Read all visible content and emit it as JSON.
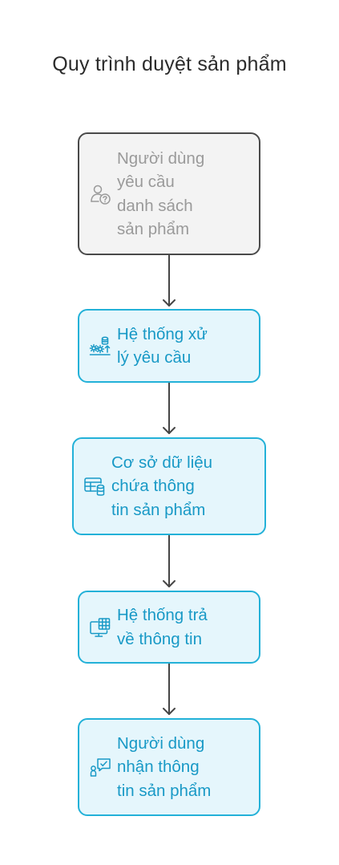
{
  "title": "Quy trình duyệt sản phẩm",
  "nodes": [
    {
      "label": "Người dùng\nyêu cầu\ndanh sách\nsản phẩm",
      "icon": "user-question-icon"
    },
    {
      "label": "Hệ thống xử\nlý yêu cầu",
      "icon": "gears-database-icon"
    },
    {
      "label": "Cơ sở dữ liệu\nchứa thông\ntin sản phẩm",
      "icon": "table-database-icon"
    },
    {
      "label": "Hệ thống trả\nvề thông tin",
      "icon": "monitor-data-icon"
    },
    {
      "label": "Người dùng\nnhận thông\ntin sản phẩm",
      "icon": "user-message-check-icon"
    }
  ],
  "colors": {
    "gray_fill": "#f3f3f3",
    "gray_border": "#4a4a4a",
    "gray_text": "#9a9a9a",
    "blue_fill": "#e5f6fc",
    "blue_border": "#23b1d8",
    "blue_text": "#1899c6",
    "connector": "#454545"
  }
}
